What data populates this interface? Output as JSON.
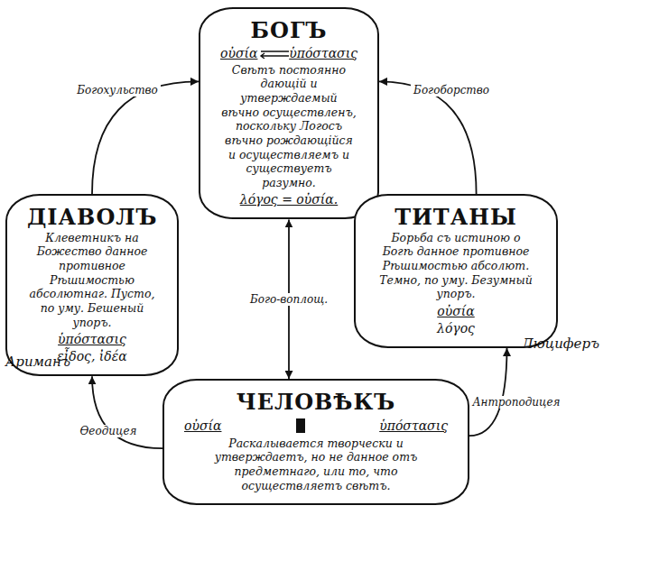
{
  "diagram": {
    "nodes": [
      {
        "text": [
          "БОГЪ",
          "οὐσία",
          "ὑπόστασις",
          "Свѣтъ постоянно дающій и утверждаемый вѣчно осуществленъ, поскольку Логосъ вѣчно рождающійся и осуществляемъ и существуетъ разумно.",
          "λόγος = οὐσία."
        ]
      },
      {
        "text": [
          "ДІАВОЛЪ",
          "Клеветникъ на Божество данное противное Рѣшимостью абсолютнаг. Пусто, по уму. Бешеный упоръ.",
          "ὑπόστασις",
          "εἶδος, ἰδέα"
        ]
      },
      {
        "text": [
          "ТИТАНЫ",
          "Борьба съ истиною о Богѣ данное противное Рѣшимостью абсолют. Темно, по уму. Безумный упоръ.",
          "οὐσία",
          "λόγος"
        ]
      },
      {
        "text": [
          "ЧЕЛОВѢКЪ",
          "οὐσία",
          "ὑπόστασις",
          "Раскалывается творчески и утверждаетъ, но не данное отъ предметнаго, или то, что осуществляетъ свѣтъ."
        ]
      }
    ],
    "edges": [
      {
        "from": 1,
        "to": 0,
        "arrow": "to",
        "label": "Богохульство"
      },
      {
        "from": 2,
        "to": 0,
        "arrow": "to",
        "label": "Богоборство"
      },
      {
        "from": 0,
        "to": 3,
        "arrow": "both",
        "label": "Бого-воплощ."
      },
      {
        "from": 3,
        "to": 1,
        "arrow": "to",
        "label": "Ѳеодицея"
      },
      {
        "from": 3,
        "to": 2,
        "arrow": "to",
        "label": "Антроподицея"
      }
    ],
    "labels": [
      "Ариманъ",
      "Люциферъ"
    ]
  }
}
